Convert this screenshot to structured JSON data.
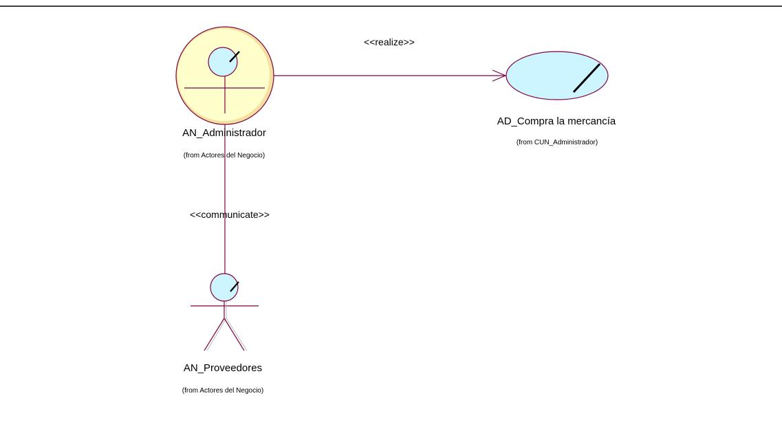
{
  "colors": {
    "line": "#800040",
    "actor_body_fill": "#ffffcc",
    "head_fill": "#ccf5ff",
    "frame_line": "#000000",
    "text": "#000000"
  },
  "elements": {
    "administrador": {
      "name": "AN_Administrador",
      "from": "(from Actores del Negocio)",
      "icon": "business-worker-icon"
    },
    "proveedores": {
      "name": "AN_Proveedores",
      "from": "(from Actores del Negocio)",
      "icon": "business-actor-icon"
    },
    "compra": {
      "name": "AD_Compra la mercancía",
      "from": "(from CUN_Administrador)",
      "icon": "business-entity-icon"
    }
  },
  "relationships": {
    "realize": {
      "label": "<<realize>>",
      "source": "AN_Administrador",
      "target": "AD_Compra la mercancía"
    },
    "communicate": {
      "label": "<<communicate>>",
      "source": "AN_Administrador",
      "target": "AN_Proveedores"
    }
  }
}
